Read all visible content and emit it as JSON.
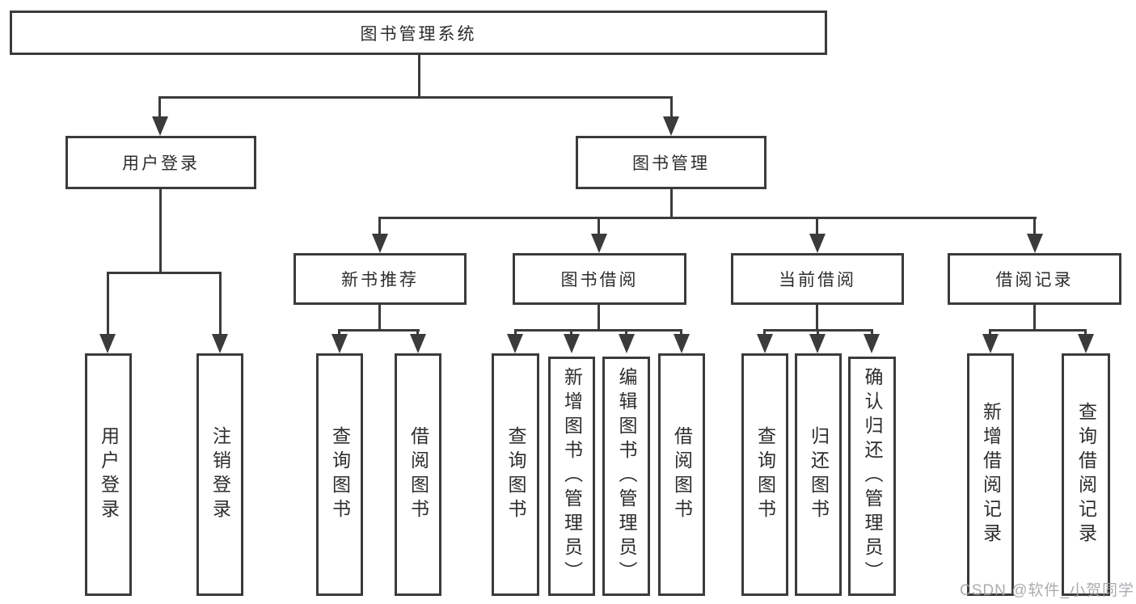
{
  "colors": {
    "background": "#ffffff",
    "line": "#3b3b3b",
    "box_border": "#3b3b3b",
    "text": "#2d2d2d",
    "watermark": "#a0a1a5"
  },
  "tree": {
    "root": {
      "label": "图书管理系统"
    },
    "branches": [
      {
        "label": "用户登录",
        "children": [
          {
            "label": "用户登录"
          },
          {
            "label": "注销登录"
          }
        ]
      },
      {
        "label": "图书管理",
        "children": [
          {
            "label": "新书推荐",
            "children": [
              {
                "label": "查询图书"
              },
              {
                "label": "借阅图书"
              }
            ]
          },
          {
            "label": "图书借阅",
            "children": [
              {
                "label": "查询图书"
              },
              {
                "label": "新增图书（管理员）"
              },
              {
                "label": "编辑图书（管理员）"
              },
              {
                "label": "借阅图书"
              }
            ]
          },
          {
            "label": "当前借阅",
            "children": [
              {
                "label": "查询图书"
              },
              {
                "label": "归还图书"
              },
              {
                "label": "确认归还（管理员）"
              }
            ]
          },
          {
            "label": "借阅记录",
            "children": [
              {
                "label": "新增借阅记录"
              },
              {
                "label": "查询借阅记录"
              }
            ]
          }
        ]
      }
    ]
  },
  "watermark": {
    "text": "CSDN @软件_小贺同学"
  }
}
